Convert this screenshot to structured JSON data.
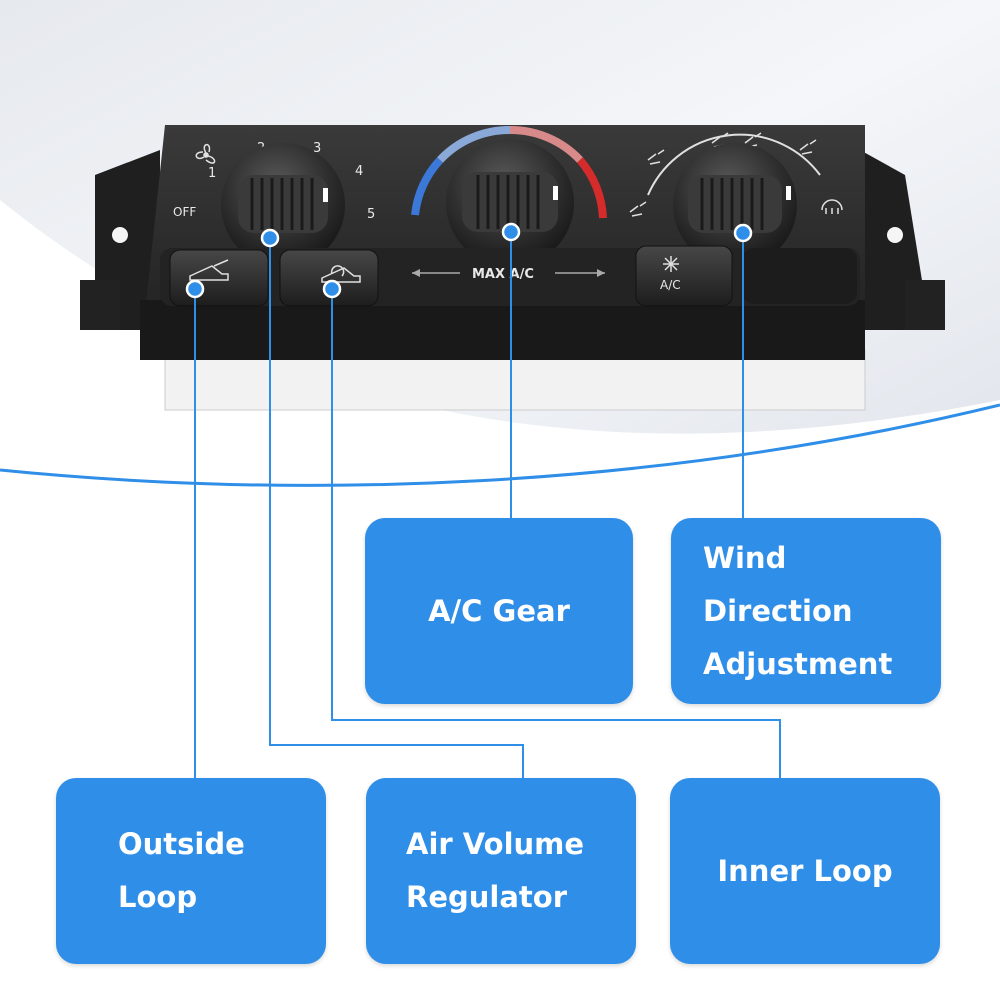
{
  "panel": {
    "fan_speeds": [
      "OFF",
      "1",
      "2",
      "3",
      "4",
      "5"
    ],
    "max_ac_text": "MAX A/C",
    "ac_button_text": "A/C"
  },
  "callouts": {
    "ac_gear": "A/C Gear",
    "wind_direction": [
      "Wind",
      "Direction",
      "Adjustment"
    ],
    "outside_loop": [
      "Outside",
      "Loop"
    ],
    "air_volume": [
      "Air Volume",
      "Regulator"
    ],
    "inner_loop": "Inner Loop"
  },
  "colors": {
    "accent_blue": "#2f8ee8",
    "temp_cold": "#3c78d8",
    "temp_hot": "#d62b2b",
    "panel_body": "#2a2a2a"
  }
}
